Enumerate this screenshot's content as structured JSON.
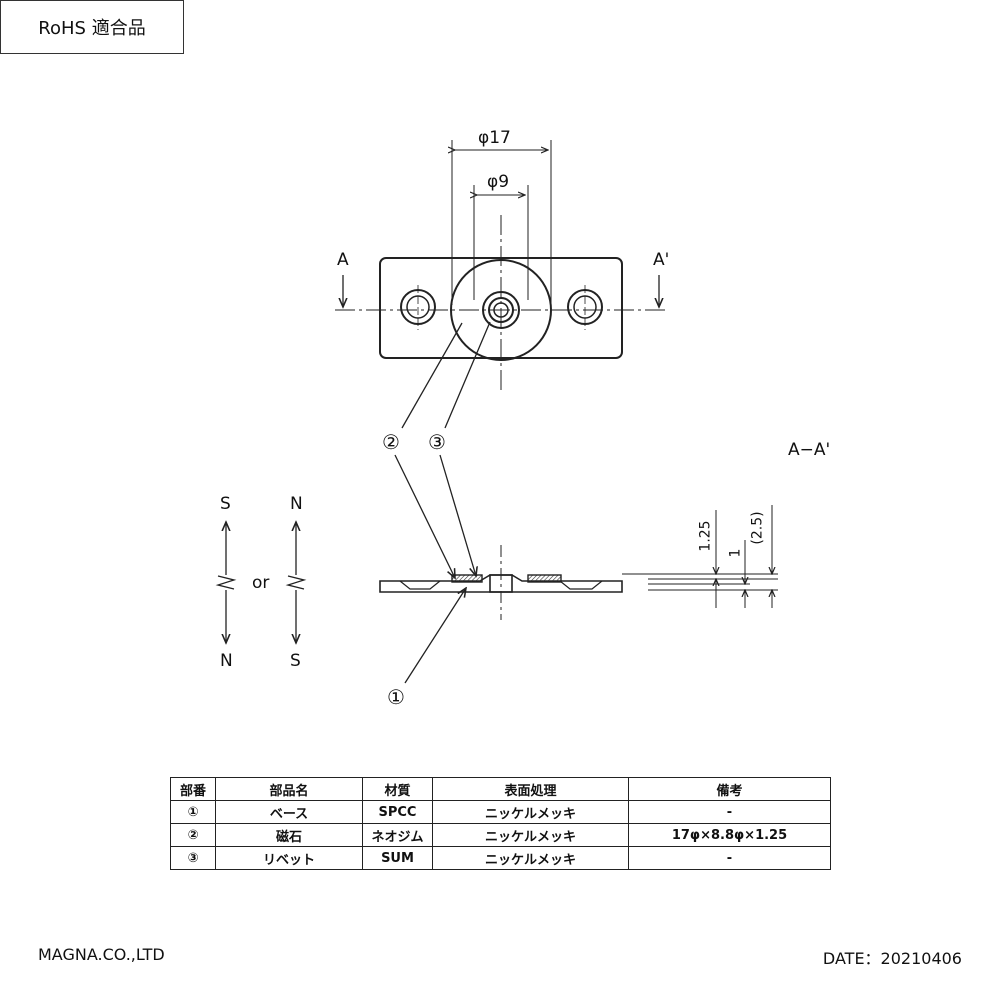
{
  "badge": "RoHS 適合品",
  "dimensions": {
    "outer_diameter": "φ17",
    "inner_diameter": "φ9",
    "section_a": "A",
    "section_a_prime": "A'",
    "section_title": "A−A'",
    "thickness_magnet": "1.25",
    "thickness_base": "1",
    "thickness_total": "(2.5)"
  },
  "callouts": {
    "part1": "①",
    "part2": "②",
    "part3": "③"
  },
  "polarity": {
    "left_top": "S",
    "left_bottom": "N",
    "or": "or",
    "right_top": "N",
    "right_bottom": "S"
  },
  "table": {
    "headers": [
      "部番",
      "部品名",
      "材質",
      "表面処理",
      "備考"
    ],
    "rows": [
      [
        "①",
        "ベース",
        "SPCC",
        "ニッケルメッキ",
        "-"
      ],
      [
        "②",
        "磁石",
        "ネオジム",
        "ニッケルメッキ",
        "17φ×8.8φ×1.25"
      ],
      [
        "③",
        "リベット",
        "SUM",
        "ニッケルメッキ",
        "-"
      ]
    ]
  },
  "footer": {
    "company": "MAGNA.CO.,LTD",
    "date": "DATE：20210406"
  }
}
